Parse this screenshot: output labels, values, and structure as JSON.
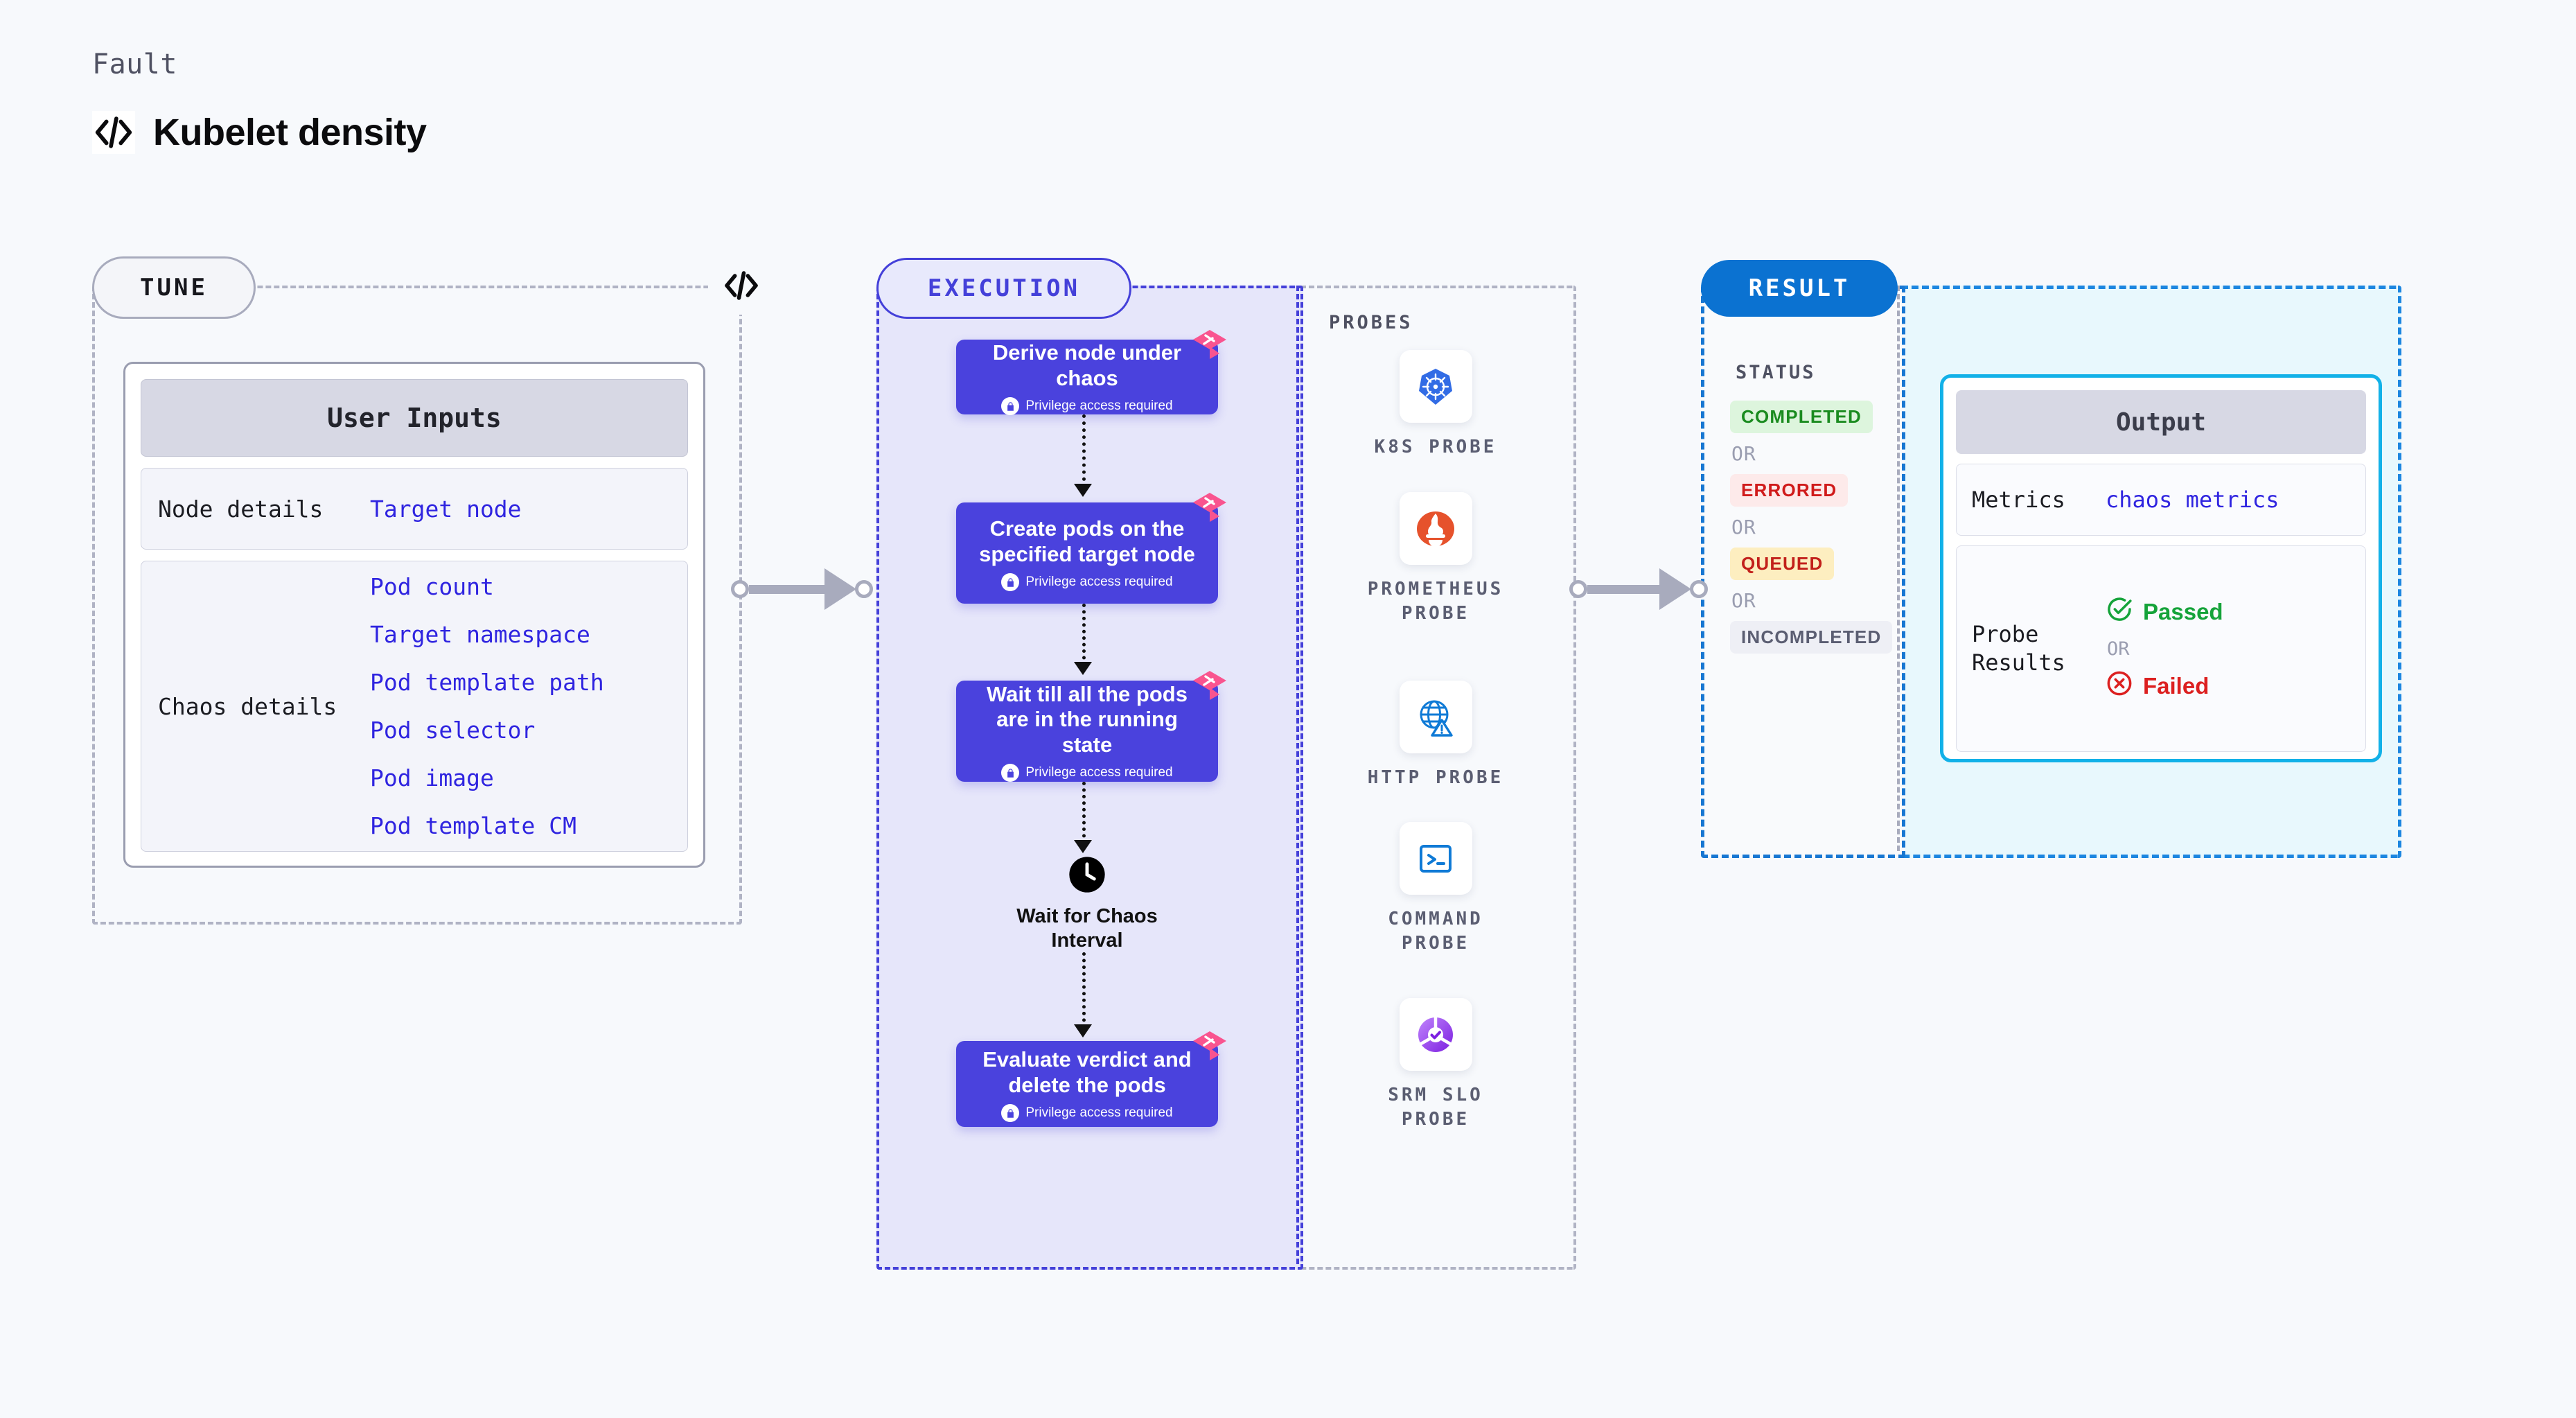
{
  "header": {
    "eyebrow": "Fault",
    "title": "Kubelet density",
    "code_icon": "code-icon"
  },
  "tune": {
    "chip_label": "TUNE",
    "card_title": "User Inputs",
    "sections": [
      {
        "key": "Node details",
        "values": [
          "Target node"
        ]
      },
      {
        "key": "Chaos details",
        "values": [
          "Pod count",
          "Target namespace",
          "Pod template path",
          "Pod selector",
          "Pod image",
          "Pod template CM"
        ]
      }
    ]
  },
  "execution": {
    "chip_label": "EXECUTION",
    "privilege_note": "Privilege access required",
    "steps": [
      {
        "title": "Derive node under chaos",
        "privileged": true
      },
      {
        "title": "Create pods on the specified target node",
        "privileged": true
      },
      {
        "title": "Wait till all the pods are in the running state",
        "privileged": true
      },
      {
        "title": "Evaluate verdict and delete the pods",
        "privileged": true
      }
    ],
    "wait_node": {
      "icon": "clock-icon",
      "label": "Wait for Chaos Interval"
    }
  },
  "probes": {
    "title": "PROBES",
    "items": [
      {
        "label": "K8S PROBE",
        "icon": "kubernetes-icon"
      },
      {
        "label": "PROMETHEUS PROBE",
        "icon": "prometheus-icon"
      },
      {
        "label": "HTTP PROBE",
        "icon": "http-globe-warning-icon"
      },
      {
        "label": "COMMAND PROBE",
        "icon": "terminal-icon"
      },
      {
        "label": "SRM SLO PROBE",
        "icon": "srm-slo-icon"
      }
    ]
  },
  "result": {
    "chip_label": "RESULT",
    "status_title": "STATUS",
    "or_label": "OR",
    "statuses": [
      {
        "label": "COMPLETED",
        "bg": "#ddf5dd",
        "fg": "#1a8b1f"
      },
      {
        "label": "ERRORED",
        "bg": "#fdeaea",
        "fg": "#d01b1b"
      },
      {
        "label": "QUEUED",
        "bg": "#fdeec0",
        "fg": "#c2201b"
      },
      {
        "label": "INCOMPLETED",
        "bg": "#eeeff5",
        "fg": "#5b5e72"
      }
    ]
  },
  "output": {
    "card_title": "Output",
    "metrics_key": "Metrics",
    "metrics_value": "chaos metrics",
    "probe_results_key": "Probe Results",
    "or_label": "OR",
    "passed_label": "Passed",
    "failed_label": "Failed"
  },
  "colors": {
    "page_bg": "#f7f9fc",
    "execution_accent": "#4440d9",
    "execution_block": "#4a42dd",
    "execution_bg": "#e6e6fa",
    "result_accent": "#0b72d1",
    "output_accent": "#12b1e8",
    "output_bg": "#e8f8fd",
    "link": "#2f24e0",
    "harness_pink": "#f9548f"
  }
}
